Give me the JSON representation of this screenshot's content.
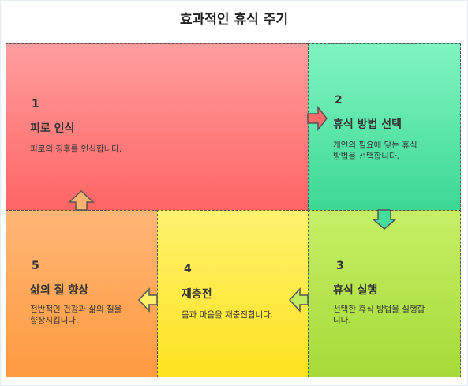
{
  "title": "효과적인 휴식 주기",
  "steps": [
    {
      "num": "1",
      "title": "피로 인식",
      "desc": "피로의 징후를 인식합니다.",
      "color": "#ff7b7b"
    },
    {
      "num": "2",
      "title": "휴식 방법 선택",
      "desc_lines": [
        "개인의 필요에 맞는 휴식",
        "방법을 선택합니다."
      ],
      "color": "#56e3a6"
    },
    {
      "num": "3",
      "title": "휴식 실행",
      "desc_lines": [
        "선택한 휴식 방법을 실행합",
        "니다."
      ],
      "color": "#b6e54e"
    },
    {
      "num": "4",
      "title": "재충전",
      "desc": "몸과 마음을 재충전합니다.",
      "color": "#ffe84a"
    },
    {
      "num": "5",
      "title": "삶의 질 향상",
      "desc_lines": [
        "전반적인 건강과 삶의 질을",
        "향상시킵니다."
      ],
      "color": "#ffa954"
    }
  ]
}
